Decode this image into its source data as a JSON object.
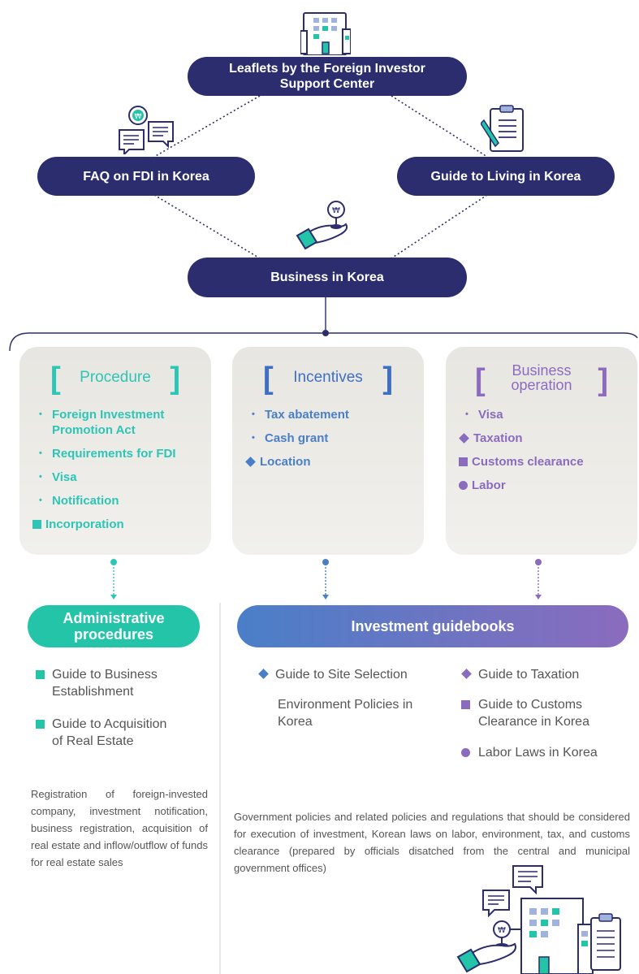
{
  "top": {
    "leaflets": "Leaflets by the Foreign Investor Support Center",
    "faq": "FAQ on FDI in Korea",
    "living": "Guide to Living in Korea",
    "business": "Business in Korea"
  },
  "cards": {
    "procedure": {
      "title": "Procedure",
      "items": [
        "Foreign Investment Promotion Act",
        "Requirements for FDI",
        "Visa",
        "Notification",
        "Incorporation"
      ]
    },
    "incentives": {
      "title": "Incentives",
      "items": [
        "Tax abatement",
        "Cash grant",
        "Location"
      ]
    },
    "operation": {
      "title_line1": "Business",
      "title_line2": "operation",
      "items": [
        "Visa",
        "Taxation",
        "Customs clearance",
        "Labor"
      ]
    }
  },
  "admin": {
    "title_line1": "Administrative",
    "title_line2": "procedures",
    "items": [
      {
        "line1": "Guide to Business",
        "line2": "Establishment"
      },
      {
        "line1": "Guide to Acquisition",
        "line2": "of Real Estate"
      }
    ],
    "desc": "Registration of foreign-invested company, investment notification, business registration, acquisition of real estate and inflow/outflow of funds for real estate sales"
  },
  "guidebooks": {
    "title": "Investment guidebooks",
    "site_selection": "Guide to Site Selection",
    "env_line1": "Environment Policies in",
    "env_line2": "Korea",
    "taxation": "Guide to Taxation",
    "customs_line1": "Guide to Customs",
    "customs_line2": "Clearance in Korea",
    "labor": "Labor Laws in Korea",
    "desc": "Government policies and related policies and regulations that should be considered for execution of investment, Korean laws on labor, environment, tax, and customs clearance (prepared by officials disatched from the central and municipal government offices)"
  },
  "colors": {
    "navy": "#2b2d6e",
    "teal": "#23c4a8",
    "blue": "#4a7fc8",
    "purple": "#8b6bbd",
    "bracket_teal": "#2ec4b6",
    "bracket_blue": "#3f6fc4",
    "bracket_purple": "#8d6cc0"
  },
  "icons": [
    "building-icon",
    "chat-won-icon",
    "clipboard-icon",
    "hand-coin-icon",
    "building-hand-icon"
  ]
}
